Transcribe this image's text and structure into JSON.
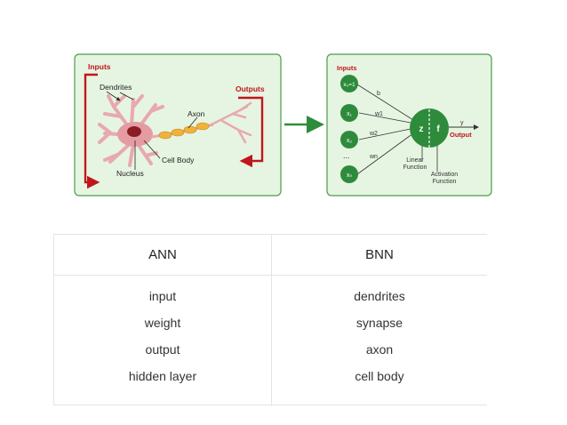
{
  "bnn_panel": {
    "inputs_label": "Inputs",
    "outputs_label": "Outputs",
    "dendrites_label": "Dendrites",
    "axon_label": "Axon",
    "cell_body_label": "Cell Body",
    "nucleus_label": "Nucleus"
  },
  "ann_panel": {
    "inputs_label": "Inputs",
    "x0_label": "x₀=1",
    "x1_label": "x₁",
    "x2_label": "x₂",
    "xn_label": "xₙ",
    "dots_label": "...",
    "b_label": "b",
    "w1_label": "w1",
    "w2_label": "w2",
    "wn_label": "wn",
    "z_label": "z",
    "f_label": "f",
    "y_label": "y",
    "output_label": "Output",
    "linear_label_1": "Linear",
    "linear_label_2": "Function",
    "activation_label_1": "Activation",
    "activation_label_2": "Function"
  },
  "table": {
    "headers": [
      "ANN",
      "BNN"
    ],
    "rows": [
      [
        "input",
        "dendrites"
      ],
      [
        "weight",
        "synapse"
      ],
      [
        "output",
        "axon"
      ],
      [
        "hidden layer",
        "cell body"
      ]
    ]
  },
  "colors": {
    "panel_bg": "#e6f5e2",
    "panel_border": "#4a9e4a",
    "red_accent": "#c0171c",
    "green_node": "#2e8b3c",
    "neuron_pink": "#e8a9ae"
  }
}
